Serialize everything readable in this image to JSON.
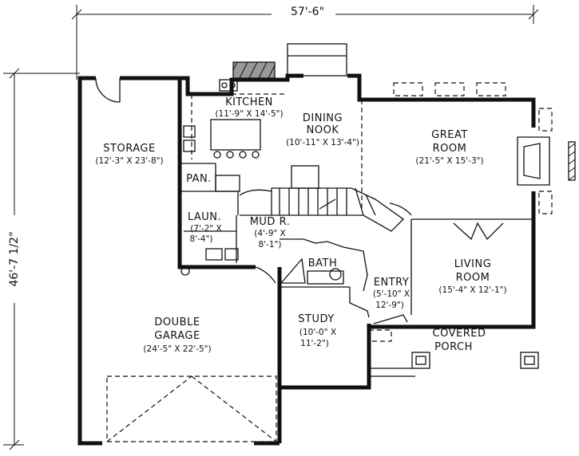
{
  "dimensions": {
    "width": "57'-6\"",
    "depth": "46'-7 1/2\""
  },
  "rooms": {
    "kitchen": {
      "name": "KITCHEN",
      "size": "(11'-9\" X 14'-5\")"
    },
    "dining": {
      "name_line1": "DINING",
      "name_line2": "NOOK",
      "size": "(10'-11\" X 13'-4\")"
    },
    "great_room": {
      "name_line1": "GREAT",
      "name_line2": "ROOM",
      "size": "(21'-5\" X 15'-3\")"
    },
    "storage": {
      "name": "STORAGE",
      "size": "(12'-3\" X 23'-8\")"
    },
    "pantry": {
      "name": "PAN."
    },
    "laundry": {
      "name": "LAUN.",
      "size_line1": "(7'-2\" X",
      "size_line2": "8'-4\")"
    },
    "mud_room": {
      "name": "MUD R.",
      "size_line1": "(4'-9\" X",
      "size_line2": "8'-1\")"
    },
    "bath": {
      "name": "BATH"
    },
    "entry": {
      "name": "ENTRY",
      "size_line1": "(5'-10\" X",
      "size_line2": "12'-9\")"
    },
    "living_room": {
      "name_line1": "LIVING",
      "name_line2": "ROOM",
      "size": "(15'-4\" X 12'-1\")"
    },
    "study": {
      "name": "STUDY",
      "size_line1": "(10'-0\" X",
      "size_line2": "11'-2\")"
    },
    "garage": {
      "name_line1": "DOUBLE",
      "name_line2": "GARAGE",
      "size": "(24'-5\" X 22'-5\")"
    },
    "porch": {
      "name_line1": "COVERED",
      "name_line2": "PORCH"
    }
  }
}
